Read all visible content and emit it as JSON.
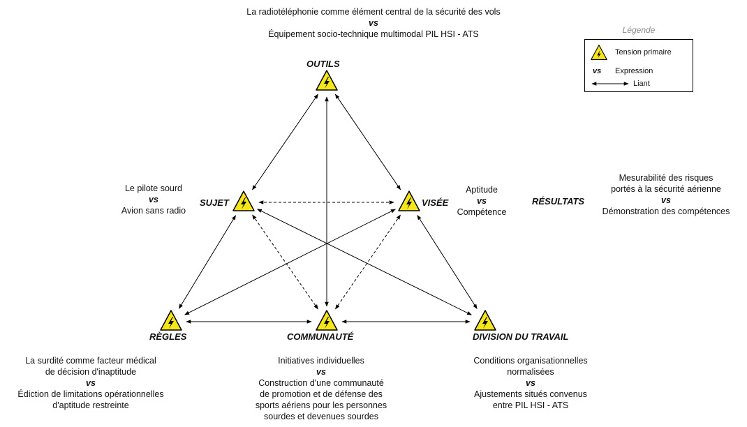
{
  "nodes": {
    "outils": "OUTILS",
    "sujet": "SUJET",
    "visee": "VISÉE",
    "resultats": "RÉSULTATS",
    "regles": "RÈGLES",
    "communaute": "COMMUNAUTÉ",
    "division": "DIVISION DU TRAVAIL"
  },
  "vs_label": "vs",
  "tensions": {
    "outils": {
      "line1": "La radiotéléphonie comme élément central de la sécurité des vols",
      "line2": "Équipement socio-technique multimodal PIL HSI - ATS"
    },
    "sujet": {
      "line1": "Le pilote sourd",
      "line2": "Avion sans radio"
    },
    "visee": {
      "line1": "Aptitude",
      "line2": "Compétence"
    },
    "resultats": {
      "line1a": "Mesurabilité des risques",
      "line1b": "portés à la sécurité aérienne",
      "line2": "Démonstration des compétences"
    },
    "regles": {
      "line1a": "La surdité comme facteur médical",
      "line1b": "de décision d'inaptitude",
      "line2a": "Édiction de limitations opérationnelles",
      "line2b": "d'aptitude restreinte"
    },
    "communaute": {
      "line1": "Initiatives individuelles",
      "line2a": "Construction d'une communauté",
      "line2b": "de promotion et de défense des",
      "line2c": "sports aériens pour les personnes",
      "line2d": "sourdes et devenues sourdes"
    },
    "division": {
      "line1a": "Conditions organisationnelles",
      "line1b": "normalisées",
      "line2a": "Ajustements situés convenus",
      "line2b": "entre PIL HSI - ATS"
    }
  },
  "legend": {
    "title": "Légende",
    "tension": "Tension primaire",
    "expression": "Expression",
    "liant": "Liant"
  },
  "colors": {
    "warning_fill": "#f5e61a",
    "line": "#000000"
  }
}
